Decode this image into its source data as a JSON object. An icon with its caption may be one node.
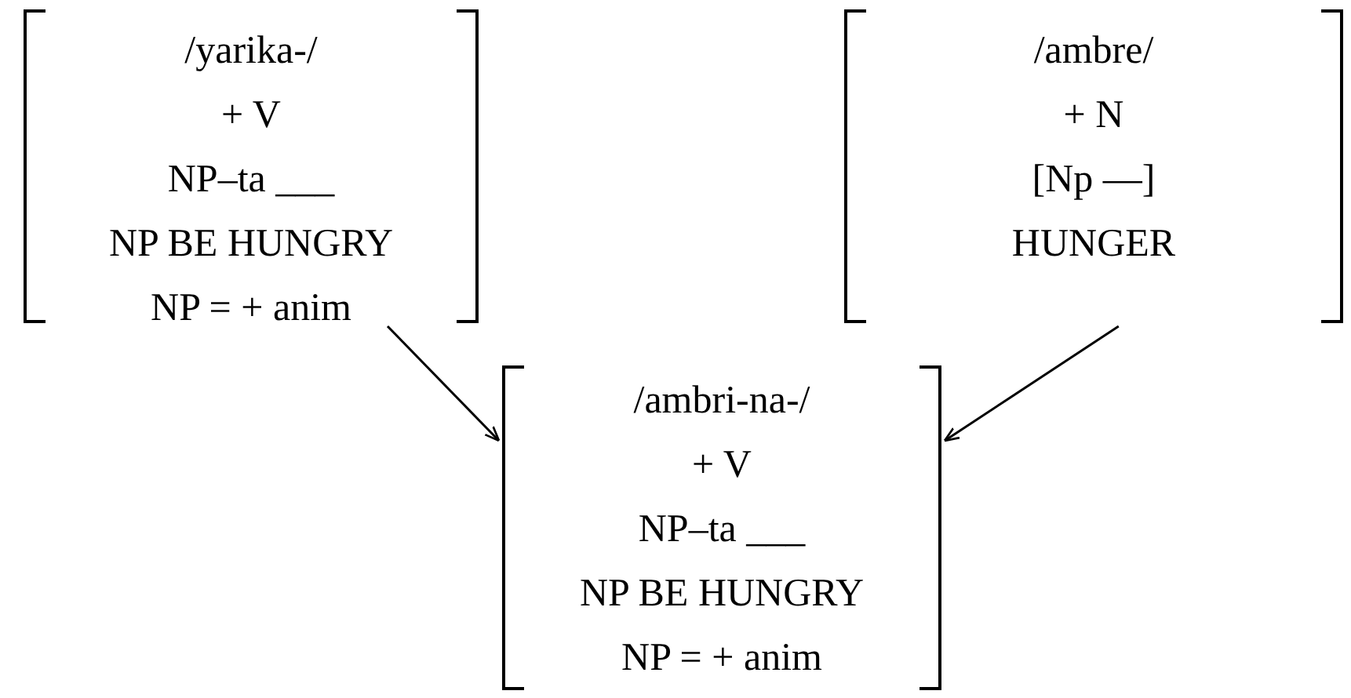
{
  "diagram": {
    "nodes": [
      {
        "text": [
          "/yarika-/",
          "+ V",
          "NP–ta ___",
          "NP BE HUNGRY",
          "NP = + anim"
        ]
      },
      {
        "text": [
          "/ambre/",
          "+ N",
          "[Np —]",
          "HUNGER"
        ]
      },
      {
        "text": [
          "/ambri-na-/",
          "+ V",
          "NP–ta ___",
          "NP BE HUNGRY",
          "NP = + anim"
        ]
      }
    ],
    "edges": [
      {
        "from": 0,
        "to": 2,
        "arrow": "to"
      },
      {
        "from": 1,
        "to": 2,
        "arrow": "to"
      }
    ]
  }
}
